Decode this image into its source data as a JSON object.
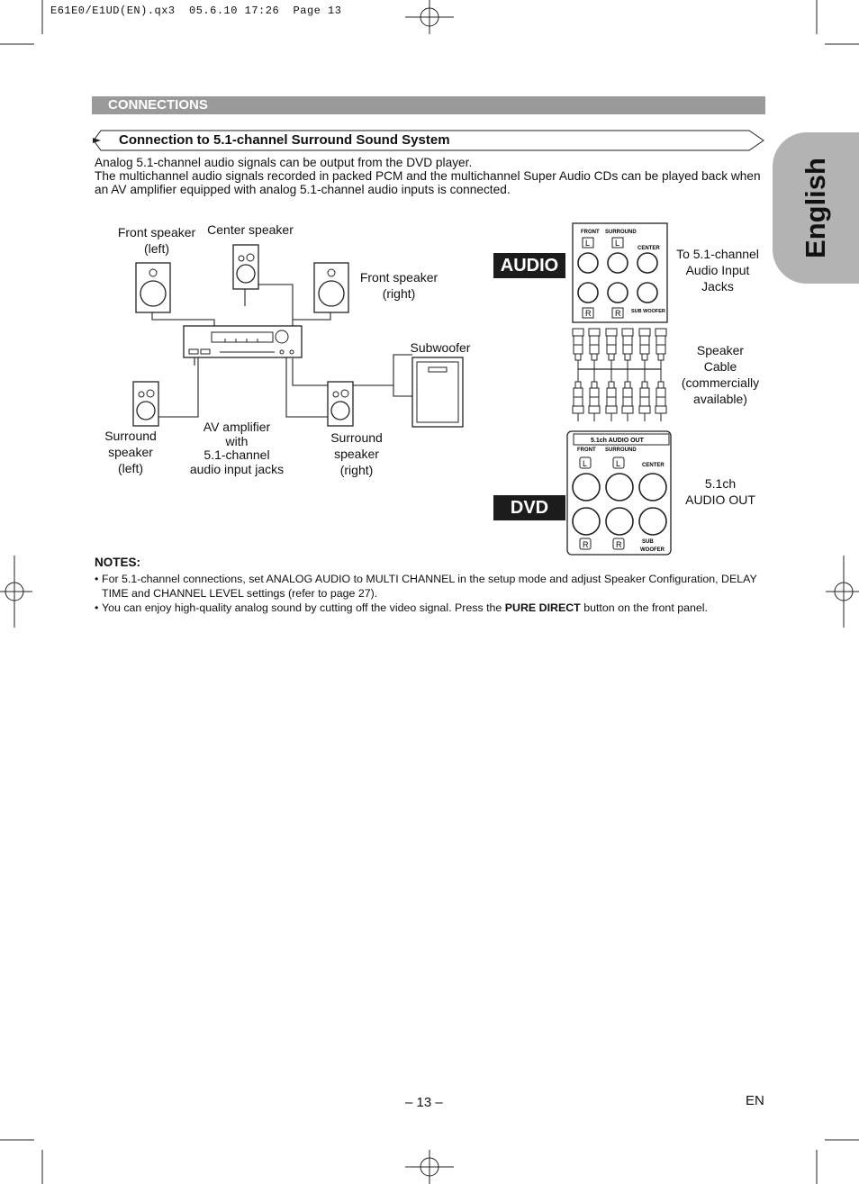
{
  "header": {
    "file_info": "E61E0/E1UD(EN).qx3  05.6.10 17:26  Page 13"
  },
  "section": {
    "title": "CONNECTIONS"
  },
  "subsection": {
    "title": "Connection to 5.1-channel Surround Sound System"
  },
  "intro": {
    "line1": "Analog 5.1-channel audio signals can be output from the DVD player.",
    "line2": "The multichannel audio signals recorded in packed PCM and the multichannel Super Audio CDs can be played back when an AV amplifier equipped with analog 5.1-channel audio inputs is connected."
  },
  "diagram": {
    "front_left": [
      "Front speaker",
      "(left)"
    ],
    "center": "Center speaker",
    "front_right": [
      "Front speaker",
      "(right)"
    ],
    "subwoofer": "Subwoofer",
    "surround_left": [
      "Surround",
      "speaker",
      "(left)"
    ],
    "amplifier": [
      "AV amplifier",
      "with",
      "5.1-channel",
      "audio input jacks"
    ],
    "surround_right": [
      "Surround",
      "speaker",
      "(right)"
    ],
    "audio_tag": "AUDIO",
    "dvd_tag": "DVD",
    "to_input": [
      "To 5.1-channel",
      "Audio Input",
      "Jacks"
    ],
    "speaker_cable": [
      "Speaker",
      "Cable",
      "(commercially",
      "available)"
    ],
    "audio_out": [
      "5.1ch",
      "AUDIO OUT"
    ],
    "amp_panel": {
      "front": "FRONT",
      "surround": "SURROUND",
      "center": "CENTER",
      "sub_woofer": "SUB WOOFER",
      "l": "L",
      "r": "R"
    },
    "dvd_panel": {
      "title": "5.1ch AUDIO OUT",
      "front": "FRONT",
      "surround": "SURROUND",
      "center": "CENTER",
      "sub": "SUB",
      "woofer": "WOOFER",
      "l": "L",
      "r": "R"
    }
  },
  "notes": {
    "title": "NOTES:",
    "note1": "For 5.1-channel connections, set ANALOG AUDIO to MULTI CHANNEL in the setup mode and adjust Speaker Configuration, DELAY TIME and CHANNEL LEVEL settings (refer to page 27).",
    "note2_before": "You can enjoy high-quality analog sound by cutting off the video signal. Press the ",
    "note2_bold": "PURE DIRECT",
    "note2_after": " button on the front panel."
  },
  "side_tab": "English",
  "footer": {
    "page": "– 13 –",
    "lang": "EN"
  }
}
